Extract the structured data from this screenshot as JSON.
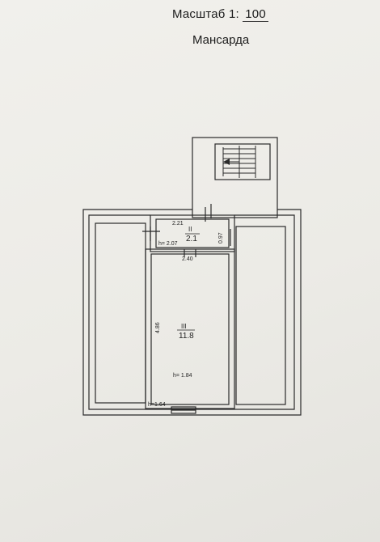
{
  "header": {
    "scale_label": "Масштаб 1:",
    "scale_value": "100",
    "floor_name": "Мансарда"
  },
  "rooms": [
    {
      "number": "II",
      "area": "2.1",
      "width": "2.21",
      "depth": "2.40",
      "height": "h= 2.07"
    },
    {
      "number": "III",
      "area": "11.8",
      "depth": "4.86",
      "height": "h= 1.84",
      "low_height": "h=1.64"
    }
  ],
  "side_dimension": "0.97"
}
